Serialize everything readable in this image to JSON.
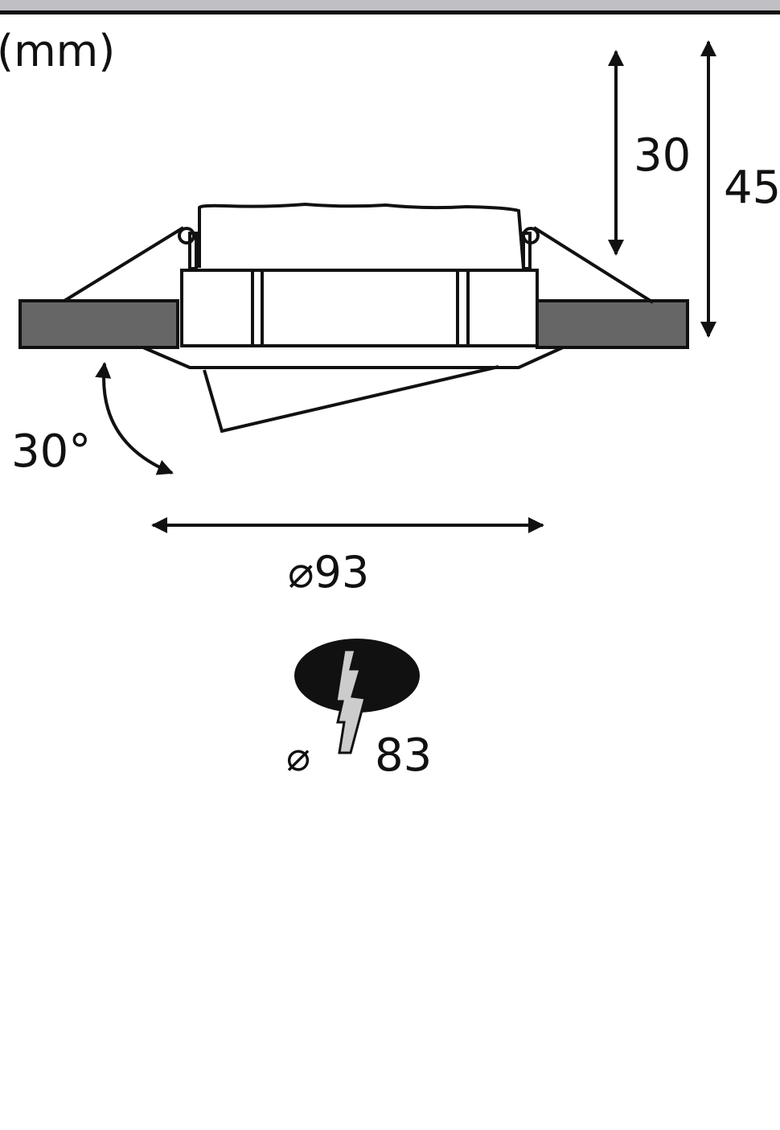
{
  "units_label": "(mm)",
  "dimensions": {
    "height_inner": "30",
    "height_total": "45",
    "tilt_angle": "30°",
    "outer_diameter": "⌀93",
    "cutout_symbol": "⌀",
    "cutout_diameter": "83"
  },
  "colors": {
    "ceiling": "#666666",
    "line": "#111111",
    "topbar": "#c0c0c4"
  }
}
